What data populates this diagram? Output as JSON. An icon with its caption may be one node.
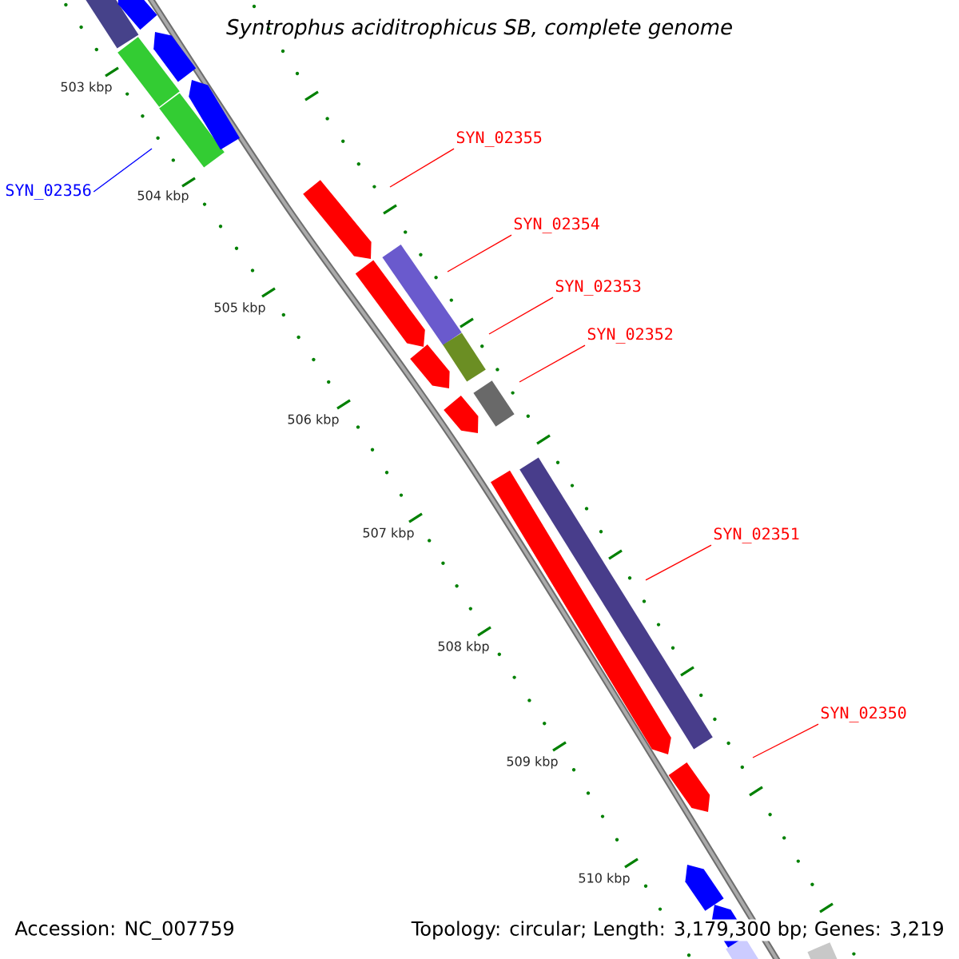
{
  "diagram": {
    "title": "Syntrophus aciditrophicus SB, complete genome",
    "nodes": [
      {
        "text": [
          "SYN_02356"
        ]
      },
      {
        "text": [
          "SYN_02355"
        ]
      },
      {
        "text": [
          "SYN_02354"
        ]
      },
      {
        "text": [
          "SYN_02353"
        ]
      },
      {
        "text": [
          "SYN_02352"
        ]
      },
      {
        "text": [
          "SYN_02351"
        ]
      },
      {
        "text": [
          "SYN_02350"
        ]
      }
    ],
    "edges": [
      {
        "from": 0,
        "to": null,
        "arrow": "none",
        "color": "#0000ff"
      },
      {
        "from": 1,
        "to": null,
        "arrow": "none"
      },
      {
        "from": 2,
        "to": null,
        "arrow": "none"
      },
      {
        "from": 3,
        "to": null,
        "arrow": "none"
      },
      {
        "from": 4,
        "to": null,
        "arrow": "none"
      },
      {
        "from": 5,
        "to": null,
        "arrow": "none"
      },
      {
        "from": 6,
        "to": null,
        "arrow": "none"
      }
    ],
    "labels": [
      "503 kbp",
      "504 kbp",
      "505 kbp",
      "506 kbp",
      "507 kbp",
      "508 kbp",
      "509 kbp",
      "510 kbp",
      "Accession: NC_007759",
      "Topology: circular; Length: 3,179,300 bp; Genes: 3,219"
    ]
  }
}
